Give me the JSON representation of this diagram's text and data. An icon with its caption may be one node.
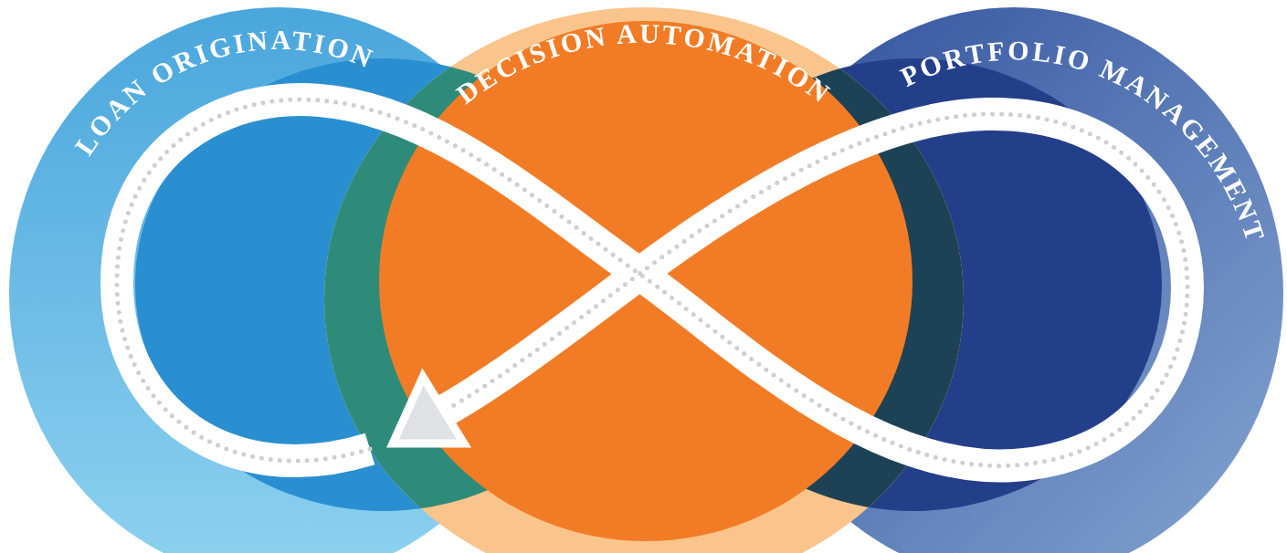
{
  "diagram": {
    "nodes": [
      {
        "text": [
          "LOAN ORIGINATION"
        ]
      },
      {
        "text": [
          "DECISION AUTOMATION"
        ]
      },
      {
        "text": [
          "PORTFOLIO MANAGEMENT"
        ]
      }
    ]
  }
}
